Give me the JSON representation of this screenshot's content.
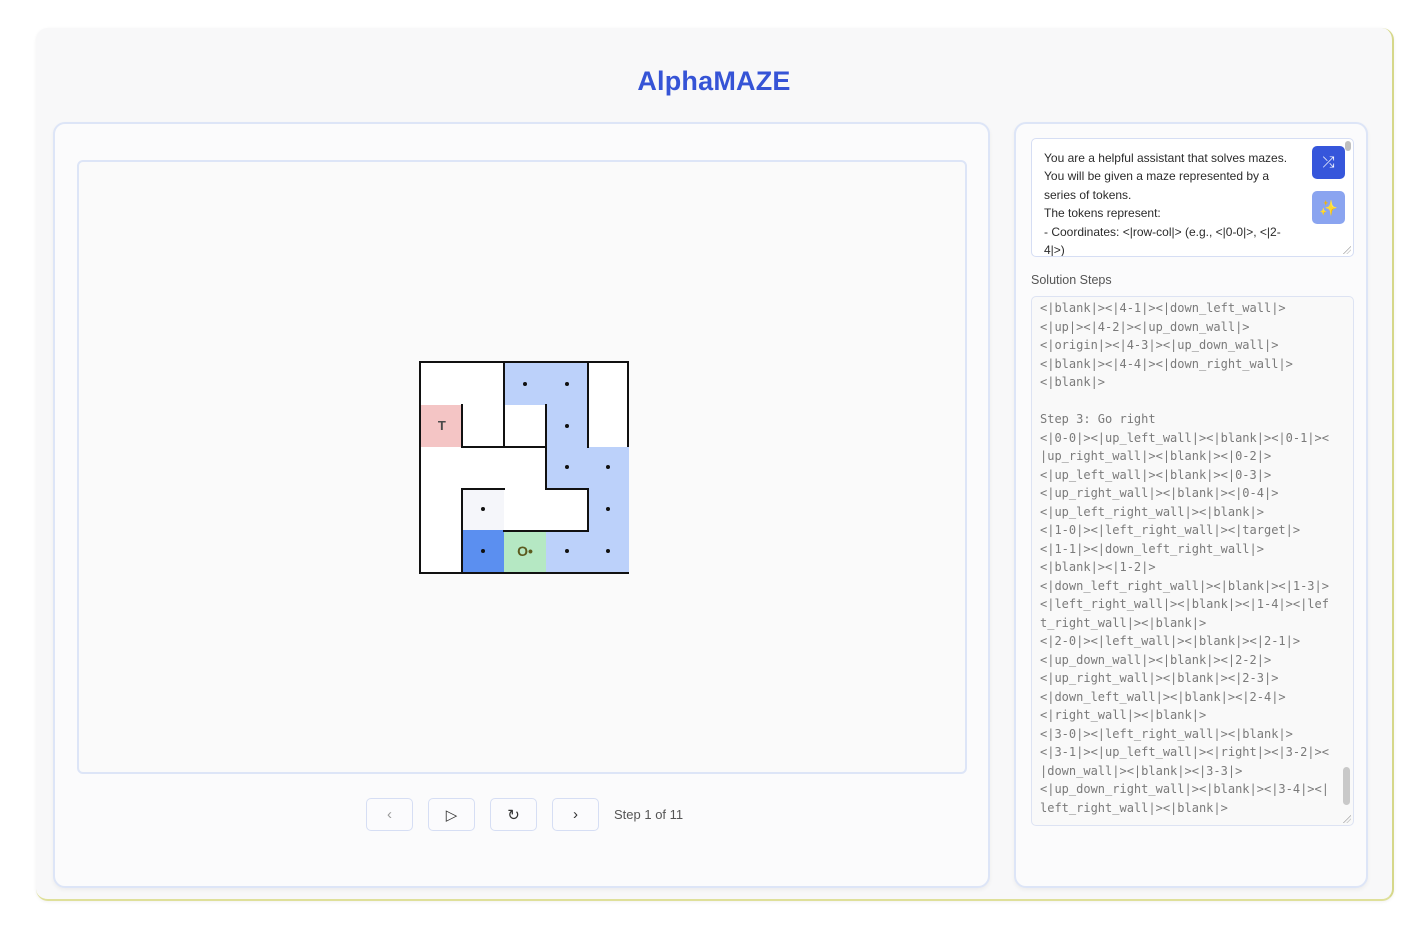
{
  "app": {
    "title": "AlphaMAZE"
  },
  "maze": {
    "rows": 5,
    "cols": 5,
    "colors": {
      "path": "#bcd1fa",
      "current": "#5b8ff0",
      "visited_light": "#f5f6fa",
      "target": "#f4c5c5",
      "origin": "#b5e8c3",
      "wall": "#111111"
    },
    "cells": [
      {
        "r": 0,
        "c": 2,
        "type": "path",
        "dot": true
      },
      {
        "r": 0,
        "c": 3,
        "type": "path",
        "dot": true
      },
      {
        "r": 1,
        "c": 0,
        "type": "target",
        "label": "T"
      },
      {
        "r": 1,
        "c": 3,
        "type": "path",
        "dot": true
      },
      {
        "r": 2,
        "c": 3,
        "type": "path",
        "dot": true
      },
      {
        "r": 2,
        "c": 4,
        "type": "path",
        "dot": true
      },
      {
        "r": 3,
        "c": 1,
        "type": "visited_light",
        "dot": true
      },
      {
        "r": 3,
        "c": 4,
        "type": "path",
        "dot": true
      },
      {
        "r": 4,
        "c": 1,
        "type": "current",
        "dot": true
      },
      {
        "r": 4,
        "c": 2,
        "type": "origin",
        "label": "O•"
      },
      {
        "r": 4,
        "c": 3,
        "type": "path",
        "dot": true
      },
      {
        "r": 4,
        "c": 4,
        "type": "path",
        "dot": true
      }
    ]
  },
  "controls": {
    "prev_icon": "chevron-left-icon",
    "play_icon": "play-icon",
    "reset_icon": "reset-icon",
    "next_icon": "chevron-right-icon",
    "prev_glyph": "‹",
    "play_glyph": "▷",
    "reset_glyph": "↻",
    "next_glyph": "›",
    "step_label": "Step 1 of 11"
  },
  "prompt": {
    "text": "You are a helpful assistant that solves mazes.  You will be given a maze represented by a series of tokens.\nThe tokens represent:\n- Coordinates: <|row-col|> (e.g., <|0-0|>, <|2-4|>)",
    "shuffle_glyph": "⤮",
    "solve_glyph": "✨"
  },
  "solution": {
    "label": "Solution Steps",
    "text": "<|blank|><|4-1|><|down_left_wall|>\n<|up|><|4-2|><|up_down_wall|>\n<|origin|><|4-3|><|up_down_wall|>\n<|blank|><|4-4|><|down_right_wall|>\n<|blank|>\n\nStep 3: Go right\n<|0-0|><|up_left_wall|><|blank|><|0-1|><|up_right_wall|><|blank|><|0-2|>\n<|up_left_wall|><|blank|><|0-3|>\n<|up_right_wall|><|blank|><|0-4|>\n<|up_left_right_wall|><|blank|>\n<|1-0|><|left_right_wall|><|target|>\n<|1-1|><|down_left_right_wall|>\n<|blank|><|1-2|>\n<|down_left_right_wall|><|blank|><|1-3|><|left_right_wall|><|blank|><|1-4|><|left_right_wall|><|blank|>\n<|2-0|><|left_wall|><|blank|><|2-1|>\n<|up_down_wall|><|blank|><|2-2|>\n<|up_right_wall|><|blank|><|2-3|>\n<|down_left_wall|><|blank|><|2-4|>\n<|right_wall|><|blank|>\n<|3-0|><|left_right_wall|><|blank|>\n<|3-1|><|up_left_wall|><|right|><|3-2|><|down_wall|><|blank|><|3-3|>\n<|up_down_right_wall|><|blank|><|3-4|><|left_right_wall|><|blank|>"
  }
}
